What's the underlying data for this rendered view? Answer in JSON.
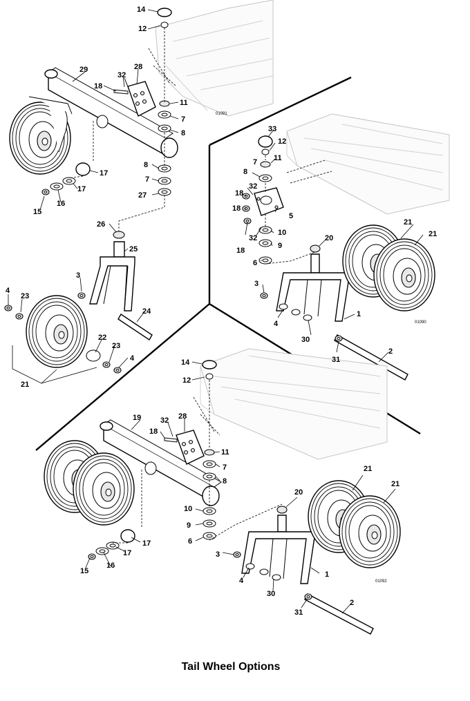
{
  "caption": "Tail Wheel Options",
  "figure_codes": [
    "01091",
    "01090",
    "01092"
  ],
  "callouts": {
    "left": [
      "14",
      "12",
      "29",
      "32",
      "28",
      "18",
      "11",
      "7",
      "8",
      "8",
      "7",
      "27",
      "17",
      "17",
      "16",
      "15",
      "26",
      "25",
      "3",
      "24",
      "4",
      "23",
      "22",
      "23",
      "4",
      "21"
    ],
    "right": [
      "33",
      "12",
      "11",
      "7",
      "8",
      "18",
      "32",
      "18",
      "5",
      "18",
      "32",
      "10",
      "9",
      "6",
      "3",
      "20",
      "21",
      "21",
      "4",
      "30",
      "1",
      "31",
      "2"
    ],
    "bottom": [
      "14",
      "12",
      "19",
      "32",
      "28",
      "18",
      "11",
      "7",
      "8",
      "10",
      "9",
      "6",
      "17",
      "17",
      "16",
      "15",
      "3",
      "4",
      "30",
      "20",
      "21",
      "21",
      "1",
      "31",
      "2"
    ]
  }
}
